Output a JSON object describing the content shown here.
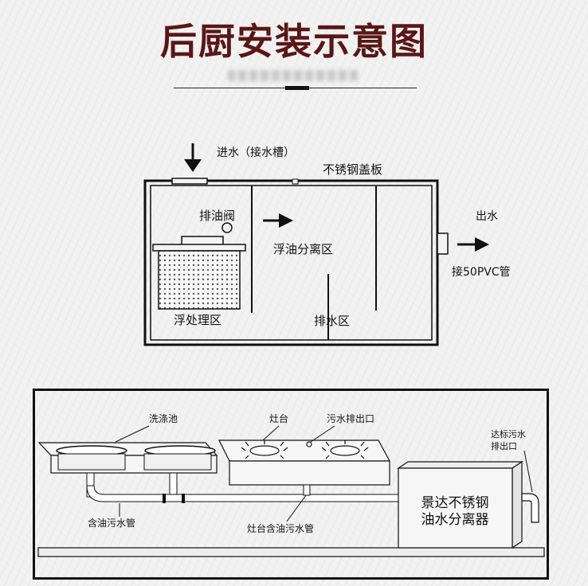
{
  "title": "后厨安装示意图",
  "top_diagram": {
    "inlet": "进水（接水槽）",
    "cover": "不锈钢盖板",
    "valve": "排油阀",
    "separation_zone": "浮油分离区",
    "outlet": "出水",
    "pipe": "接50PVC管",
    "treatment_zone": "浮处理区",
    "drain_zone": "排水区"
  },
  "bottom_diagram": {
    "sink": "洗涤池",
    "stove": "灶台",
    "sewage_outlet": "污水排出口",
    "compliant_outlet_line1": "达标污水",
    "compliant_outlet_line2": "排出口",
    "separator_line1": "景达不锈钢",
    "separator_line2": "油水分离器",
    "oily_pipe": "含油污水管",
    "stove_pipe": "灶台含油污水管"
  }
}
